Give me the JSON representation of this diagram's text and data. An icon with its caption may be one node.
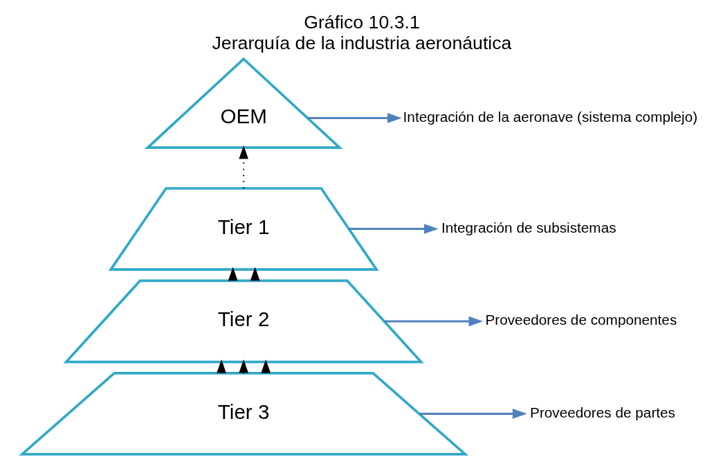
{
  "diagram": {
    "title": "Gráfico 10.3.1",
    "caption": "Jerarquía de la industria aeronáutica",
    "nodes": [
      {
        "text": [
          "OEM"
        ]
      },
      {
        "text": [
          "Tier 1"
        ]
      },
      {
        "text": [
          "Tier 2"
        ]
      },
      {
        "text": [
          "Tier 3"
        ]
      },
      {
        "text": [
          "Integración de la aeronave (sistema complejo)"
        ]
      },
      {
        "text": [
          "Integración de subsistemas"
        ]
      },
      {
        "text": [
          "Proveedores de componentes"
        ]
      },
      {
        "text": [
          "Proveedores de partes"
        ]
      }
    ],
    "edges": [
      {
        "from": 1,
        "to": 0,
        "arrow": "to",
        "style": "dashed"
      },
      {
        "from": 2,
        "to": 1,
        "arrow": "to",
        "style": "dashed"
      },
      {
        "from": 2,
        "to": 1,
        "arrow": "to",
        "style": "dashed"
      },
      {
        "from": 3,
        "to": 2,
        "arrow": "to",
        "style": "dashed"
      },
      {
        "from": 3,
        "to": 2,
        "arrow": "to",
        "style": "dashed"
      },
      {
        "from": 3,
        "to": 2,
        "arrow": "to",
        "style": "dashed"
      },
      {
        "from": 0,
        "to": 4,
        "arrow": "to",
        "color": "#4f81bd"
      },
      {
        "from": 1,
        "to": 5,
        "arrow": "to",
        "color": "#4f81bd"
      },
      {
        "from": 2,
        "to": 6,
        "arrow": "to",
        "color": "#4f81bd"
      },
      {
        "from": 3,
        "to": 7,
        "arrow": "to",
        "color": "#4f81bd"
      }
    ]
  }
}
